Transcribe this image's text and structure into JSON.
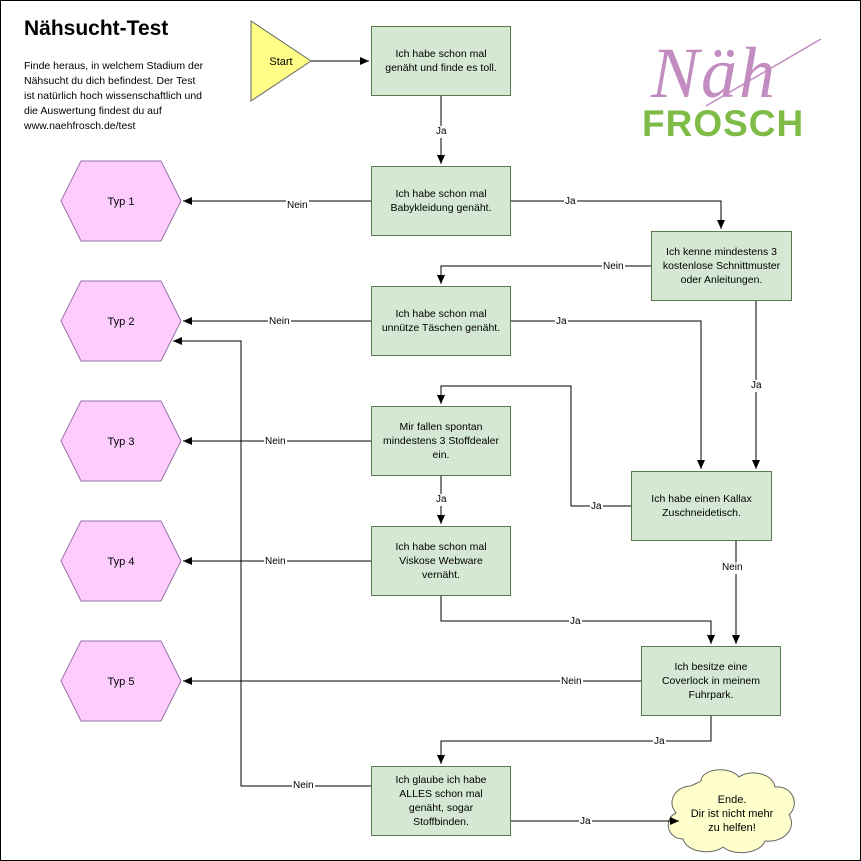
{
  "title": "Nähsucht-Test",
  "intro": [
    "Finde heraus, in welchem Stadium der",
    "Nähsucht du dich befindest. Der Test",
    "ist natürlich hoch wissenschaftlich und",
    "die Auswertung findest du auf",
    "www.naehfrosch.de/test"
  ],
  "logo": {
    "naeh": "Näh",
    "frosch": "FROSCH"
  },
  "start": "Start",
  "questions": {
    "q1": [
      "Ich habe schon mal",
      "genäht und finde es toll."
    ],
    "q2": [
      "Ich habe schon mal",
      "Babykleidung genäht."
    ],
    "q3": [
      "Ich kenne mindestens 3",
      "kostenlose Schnittmuster",
      "oder Anleitungen."
    ],
    "q4": [
      "Ich habe schon mal",
      "unnütze Täschen genäht."
    ],
    "q5": [
      "Mir fallen spontan",
      "mindestens 3 Stoffdealer",
      "ein."
    ],
    "q6": [
      "Ich habe einen Kallax",
      "Zuschneidetisch."
    ],
    "q7": [
      "Ich habe schon mal",
      "Viskose Webware",
      "vernäht."
    ],
    "q8": [
      "Ich besitze eine",
      "Coverlock in meinem",
      "Fuhrpark."
    ],
    "q9": [
      "Ich glaube ich habe",
      "ALLES schon mal",
      "genäht, sogar",
      "Stoffbinden."
    ]
  },
  "types": [
    "Typ 1",
    "Typ 2",
    "Typ 3",
    "Typ 4",
    "Typ 5"
  ],
  "end": [
    "Ende.",
    "Dir ist nicht mehr",
    "zu helfen!"
  ],
  "edge_labels": {
    "ja": "Ja",
    "nein": "Nein"
  },
  "colors": {
    "box_fill": "#d5e8d4",
    "start_fill": "#ffff88",
    "type_fill": "#ffccff",
    "end_fill": "#ffffcc",
    "logo_purple": "#c28cc1",
    "logo_green": "#7fbb47"
  }
}
